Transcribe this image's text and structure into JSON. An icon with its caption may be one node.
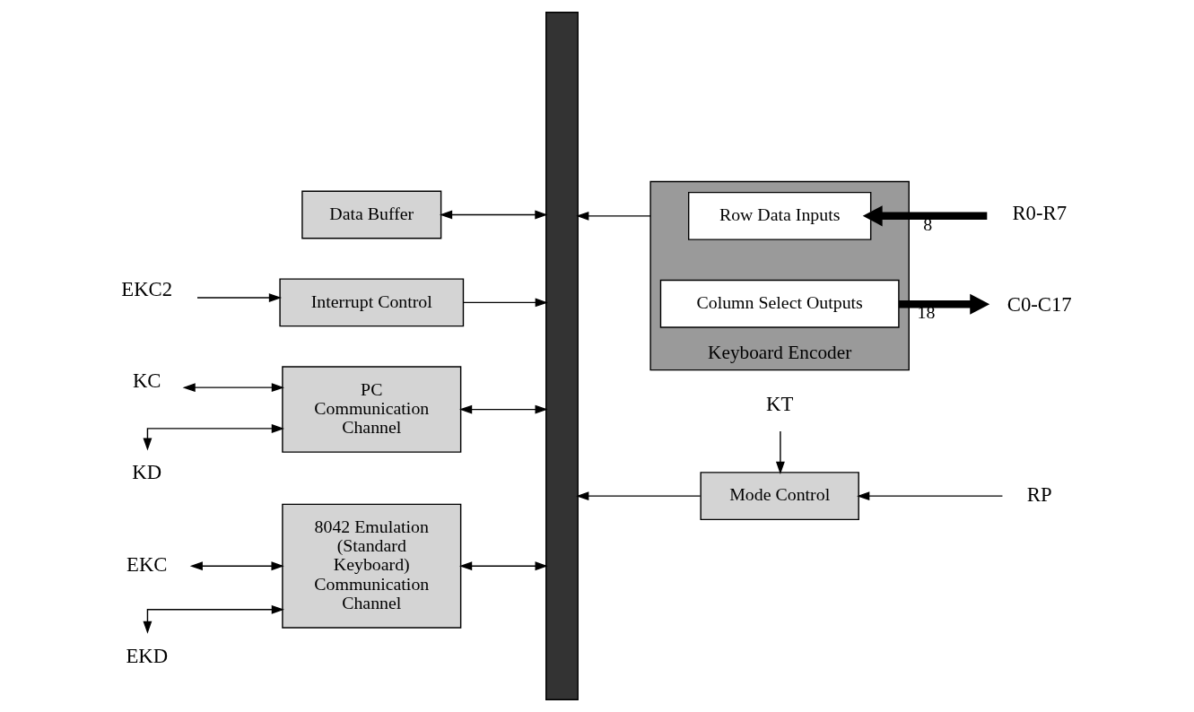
{
  "diagram": {
    "nodes": [
      {
        "text": [
          "Data Buffer"
        ]
      },
      {
        "text": [],
        "shape": "bar"
      },
      {
        "text": [
          "Keyboard Encoder"
        ]
      },
      {
        "text": [
          "Row Data Inputs"
        ],
        "in": 2
      },
      {
        "text": [
          "R0-R7"
        ]
      },
      {
        "text": [
          "EKC2"
        ]
      },
      {
        "text": [
          "Interrupt Control"
        ]
      },
      {
        "text": [
          "Column Select Outputs"
        ],
        "in": 2
      },
      {
        "text": [
          "C0-C17"
        ]
      },
      {
        "text": [
          "KC"
        ]
      },
      {
        "text": [
          "PC Communication Channel"
        ]
      },
      {
        "text": [
          "KD"
        ]
      },
      {
        "text": [
          "Mode Control"
        ]
      },
      {
        "text": [
          "RP"
        ]
      },
      {
        "text": [
          "EKC"
        ]
      },
      {
        "text": [
          "8042 Emulation (Standard Keyboard) Communication Channel"
        ]
      },
      {
        "text": [
          "EKD"
        ]
      },
      {
        "text": [
          "KT"
        ]
      }
    ],
    "edges": [
      {
        "from": 0,
        "to": 1,
        "arrow": "both"
      },
      {
        "from": 5,
        "to": 6,
        "arrow": "to"
      },
      {
        "from": 6,
        "to": 1,
        "arrow": "to"
      },
      {
        "from": 2,
        "to": 1,
        "arrow": "to"
      },
      {
        "from": 4,
        "to": 3,
        "arrow": "to",
        "style": "thick",
        "label": "8"
      },
      {
        "from": 7,
        "to": 8,
        "arrow": "to",
        "style": "thick",
        "label": "18"
      },
      {
        "from": 9,
        "to": 10,
        "arrow": "both"
      },
      {
        "from": 11,
        "to": 10,
        "arrow": "both"
      },
      {
        "from": 10,
        "to": 1,
        "arrow": "both"
      },
      {
        "from": 12,
        "to": 1,
        "arrow": "to"
      },
      {
        "from": 13,
        "to": 12,
        "arrow": "to"
      },
      {
        "from": 17,
        "to": 12,
        "arrow": "to"
      },
      {
        "from": 14,
        "to": 15,
        "arrow": "both"
      },
      {
        "from": 16,
        "to": 15,
        "arrow": "both"
      },
      {
        "from": 15,
        "to": 1,
        "arrow": "both"
      }
    ]
  }
}
